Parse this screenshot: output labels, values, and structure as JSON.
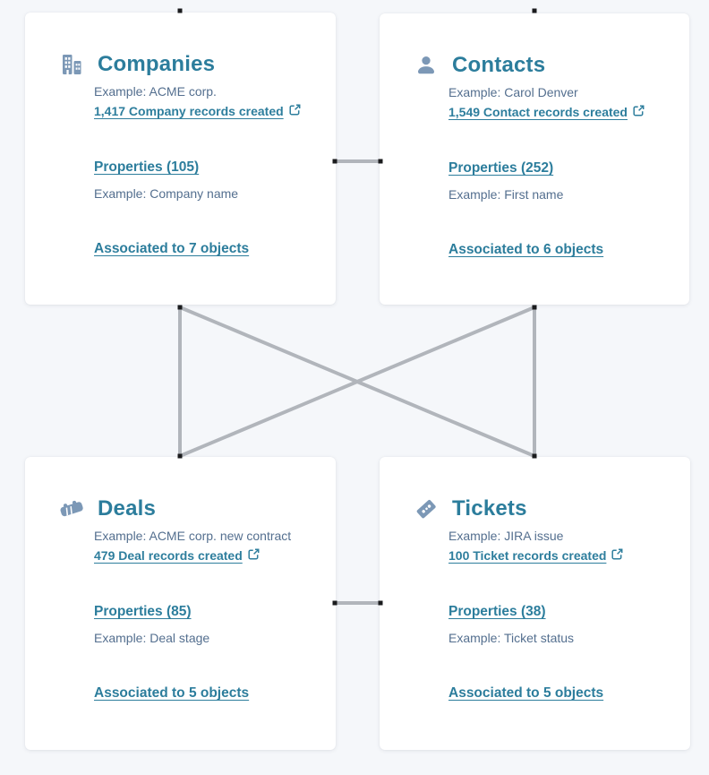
{
  "colors": {
    "background": "#f5f7fa",
    "card_background": "#ffffff",
    "title_teal": "#2c7d9c",
    "link_teal": "#2e7e9d",
    "muted_text": "#546f8f",
    "icon_blue": "#7c98b6",
    "connector_gray": "#b1b5bb",
    "anchor_black": "#1a1b1d"
  },
  "cards": [
    {
      "id": "companies",
      "icon": "buildings-icon",
      "title": "Companies",
      "example": "Example: ACME corp.",
      "records_link": "1,417 Company records created",
      "properties_link": "Properties (105)",
      "property_example": "Example: Company name",
      "associated_link": "Associated to 7 objects"
    },
    {
      "id": "contacts",
      "icon": "person-icon",
      "title": "Contacts",
      "example": "Example: Carol Denver",
      "records_link": "1,549 Contact records created",
      "properties_link": "Properties (252)",
      "property_example": "Example: First name",
      "associated_link": "Associated to 6 objects"
    },
    {
      "id": "deals",
      "icon": "handshake-icon",
      "title": "Deals",
      "example": "Example: ACME corp. new contract",
      "records_link": "479 Deal records created",
      "properties_link": "Properties (85)",
      "property_example": "Example: Deal stage",
      "associated_link": "Associated to 5 objects"
    },
    {
      "id": "tickets",
      "icon": "ticket-icon",
      "title": "Tickets",
      "example": "Example: JIRA issue",
      "records_link": "100 Ticket records created",
      "properties_link": "Properties (38)",
      "property_example": "Example: Ticket status",
      "associated_link": "Associated to 5 objects"
    }
  ]
}
